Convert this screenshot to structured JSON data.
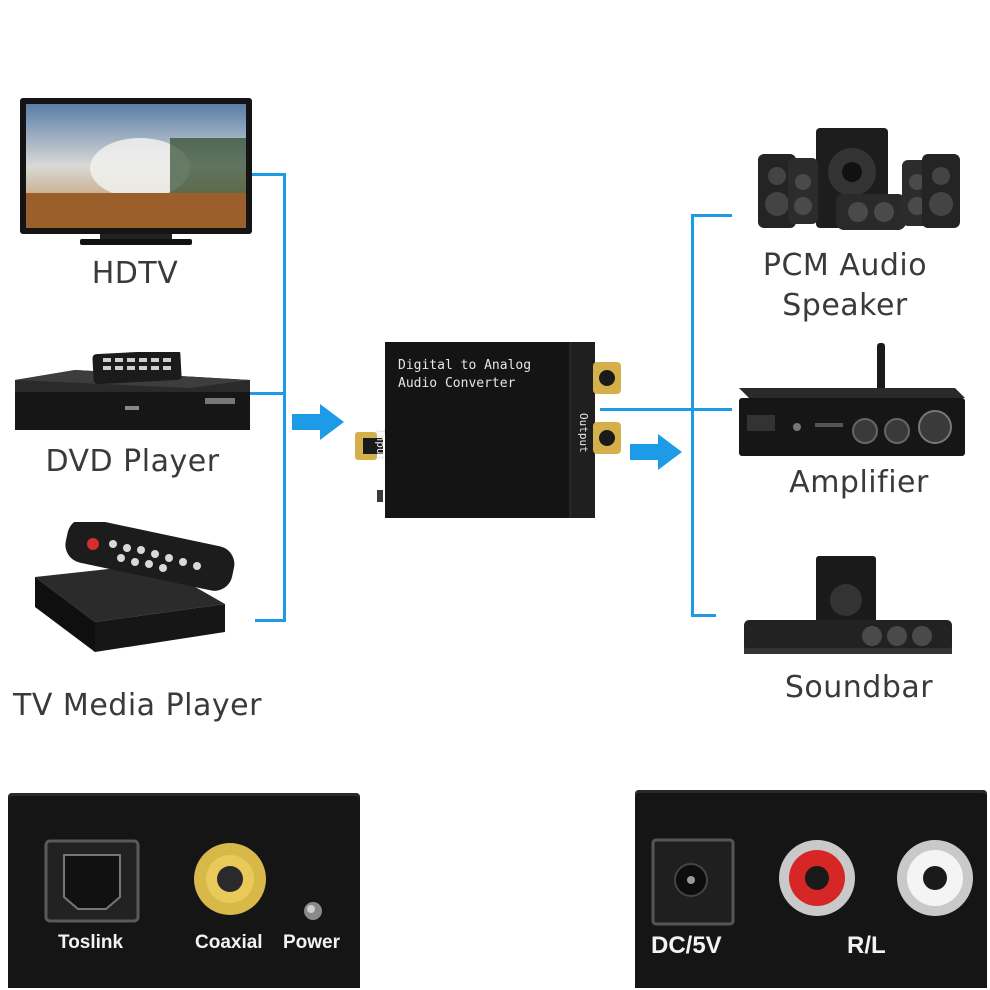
{
  "sources": {
    "hdtv": "HDTV",
    "dvd": "DVD Player",
    "media": "TV Media Player"
  },
  "outputs": {
    "speaker_line1": "PCM Audio",
    "speaker_line2": "Speaker",
    "amplifier": "Amplifier",
    "soundbar": "Soundbar"
  },
  "converter": {
    "title_line1": "Digital to Analog",
    "title_line2": "Audio Converter",
    "input_label": "Input",
    "output_label": "Output"
  },
  "input_panel": {
    "toslink": "Toslink",
    "coaxial": "Coaxial",
    "power": "Power"
  },
  "output_panel": {
    "dc": "DC/5V",
    "rl": "R/L"
  },
  "colors": {
    "connector_line": "#1e9be6",
    "arrow": "#1e9be6",
    "device_body": "#1a1a1a"
  }
}
